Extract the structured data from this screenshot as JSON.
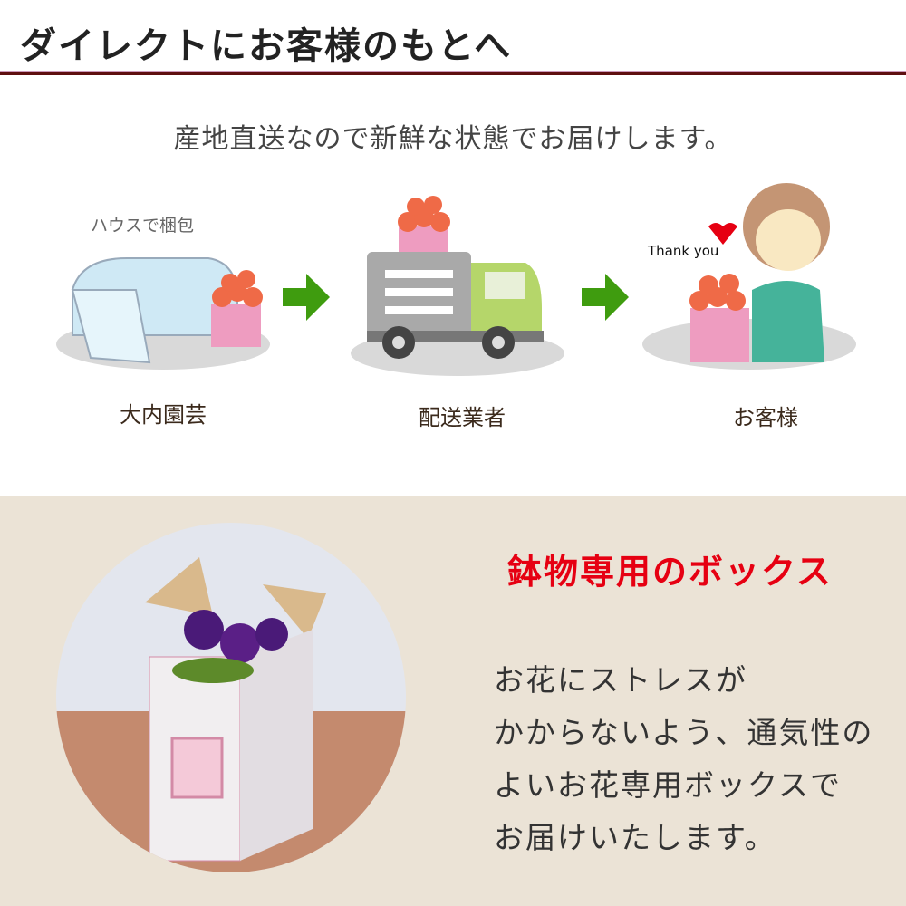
{
  "header": {
    "title": "ダイレクトにお客様のもとへ"
  },
  "intro": {
    "subtitle": "産地直送なので新鮮な状態でお届けします。"
  },
  "flow": {
    "note": "ハウスで梱包",
    "steps": [
      {
        "label": "大内園芸",
        "icon": "greenhouse-icon"
      },
      {
        "label": "配送業者",
        "icon": "truck-icon"
      },
      {
        "label": "お客様",
        "icon": "customer-icon"
      }
    ],
    "thank_you": "Thank you",
    "arrow_color": "#3f9c0f"
  },
  "box": {
    "title": "鉢物専用のボックス",
    "title_color": "#e60012",
    "lines": [
      "お花にストレスが",
      "かからないよう、通気性の",
      "よいお花専用ボックスで",
      "お届けいたします。"
    ]
  }
}
